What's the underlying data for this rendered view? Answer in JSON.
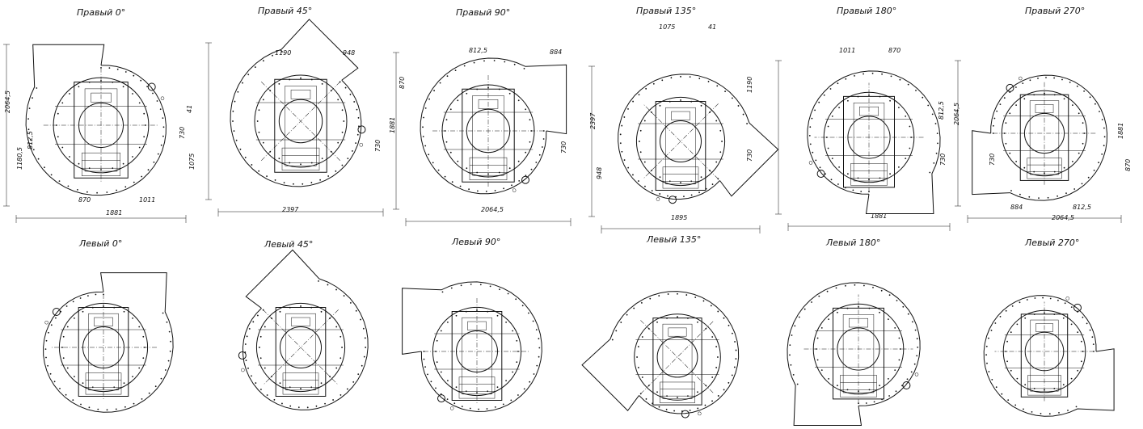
{
  "views": [
    {
      "label": "Правый 0°",
      "dims": [
        "2064,5",
        "1180,5",
        "812,5",
        "730",
        "1075",
        "870",
        "1011",
        "1881"
      ]
    },
    {
      "label": "Правый 45°",
      "dims": [
        "1190",
        "948",
        "41",
        "730",
        "2397"
      ]
    },
    {
      "label": "Правый 90°",
      "dims": [
        "812,5",
        "884",
        "870",
        "1881",
        "730",
        "2064,5"
      ]
    },
    {
      "label": "Правый 135°",
      "dims": [
        "1075",
        "41",
        "2397",
        "1190",
        "948",
        "730",
        "1895"
      ]
    },
    {
      "label": "Правый 180°",
      "dims": [
        "1011",
        "870",
        "812,5",
        "2064,5",
        "730",
        "1881"
      ]
    },
    {
      "label": "Правый 270°",
      "dims": [
        "1881",
        "730",
        "870",
        "884",
        "812,5",
        "2064,5"
      ]
    },
    {
      "label": "Левый 0°",
      "dims": []
    },
    {
      "label": "Левый 45°",
      "dims": []
    },
    {
      "label": "Левый 90°",
      "dims": []
    },
    {
      "label": "Левый 135°",
      "dims": []
    },
    {
      "label": "Левый 180°",
      "dims": []
    },
    {
      "label": "Левый 270°",
      "dims": []
    }
  ]
}
